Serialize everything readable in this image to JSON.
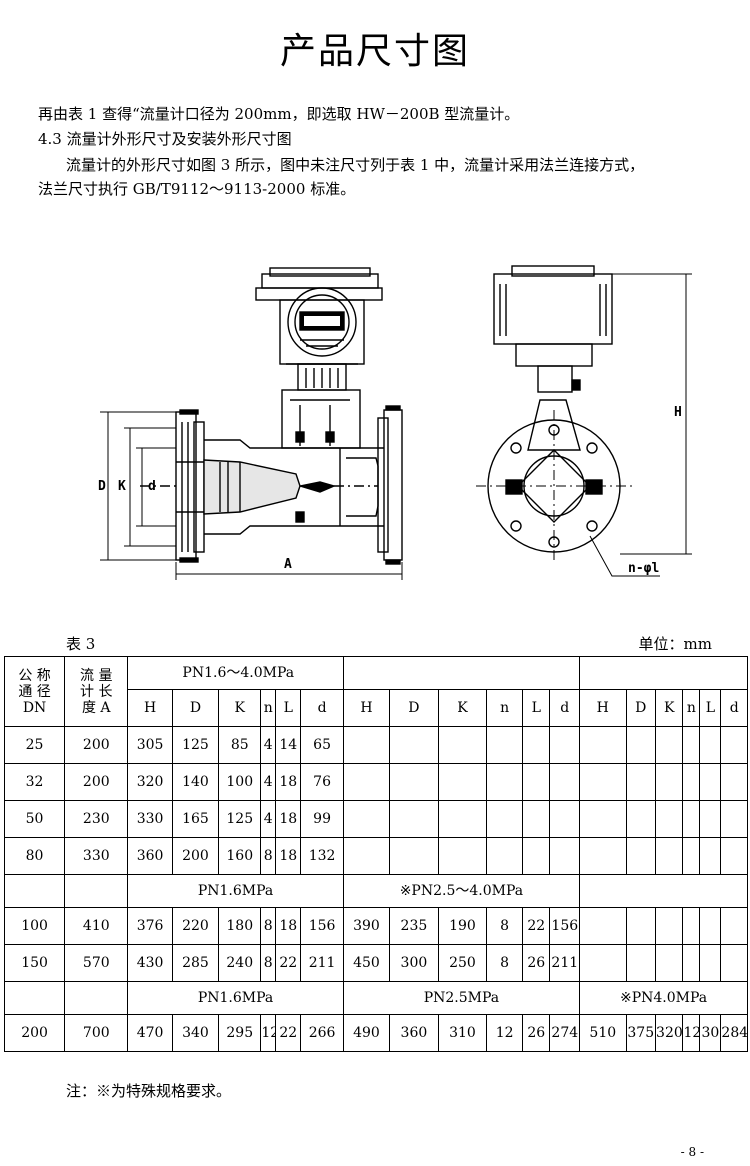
{
  "page_title": "产品尺寸图",
  "paragraphs": [
    "再由表 1 查得“流量计口径为 200mm，即选取 HW－200B 型流量计。",
    "4.3 流量计外形尺寸及安装外形尺寸图",
    "流量计的外形尺寸如图 3 所示，图中未注尺寸列于表 1 中，流量计采用法兰连接方式，",
    "法兰尺寸执行 GB/T9112～9113-2000 标准。"
  ],
  "drawing_labels": {
    "D": "D",
    "K": "K",
    "d": "d",
    "A": "A",
    "H": "H",
    "n_phi_l": "n-φl"
  },
  "table": {
    "label": "表 3",
    "unit": "单位：mm",
    "header": {
      "dn_line1": "公 称",
      "dn_line2": "通 径",
      "dn_line3": "DN",
      "a_line1": "流 量",
      "a_line2": "计 长",
      "a_line3": "度 A",
      "group1": "PN1.6～4.0MPa",
      "cols": [
        "H",
        "D",
        "K",
        "n",
        "L",
        "d",
        "H",
        "D",
        "K",
        "n",
        "L",
        "d",
        "H",
        "D",
        "K",
        "n",
        "L",
        "d"
      ]
    },
    "rows_a": [
      [
        "25",
        "200",
        "305",
        "125",
        "85",
        "4",
        "14",
        "65"
      ],
      [
        "32",
        "200",
        "320",
        "140",
        "100",
        "4",
        "18",
        "76"
      ],
      [
        "50",
        "230",
        "330",
        "165",
        "125",
        "4",
        "18",
        "99"
      ],
      [
        "80",
        "330",
        "360",
        "200",
        "160",
        "8",
        "18",
        "132"
      ]
    ],
    "group_b": [
      "PN1.6MPa",
      "※PN2.5～4.0MPa"
    ],
    "rows_b": [
      [
        "100",
        "410",
        "376",
        "220",
        "180",
        "8",
        "18",
        "156",
        "390",
        "235",
        "190",
        "8",
        "22",
        "156"
      ],
      [
        "150",
        "570",
        "430",
        "285",
        "240",
        "8",
        "22",
        "211",
        "450",
        "300",
        "250",
        "8",
        "26",
        "211"
      ]
    ],
    "group_c": [
      "PN1.6MPa",
      "PN2.5MPa",
      "※PN4.0MPa"
    ],
    "row_c": [
      "200",
      "700",
      "470",
      "340",
      "295",
      "12",
      "22",
      "266",
      "490",
      "360",
      "310",
      "12",
      "26",
      "274",
      "510",
      "375",
      "320",
      "12",
      "30",
      "284"
    ]
  },
  "note": "注：※为特殊规格要求。",
  "page_number": "- 8 -"
}
